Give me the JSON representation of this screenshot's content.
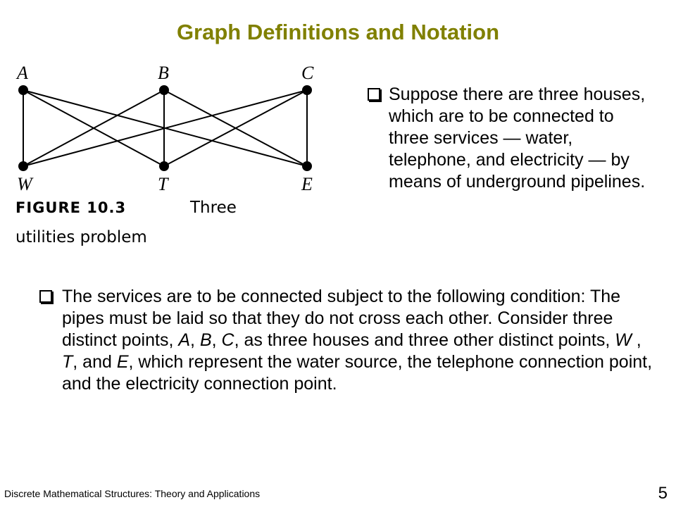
{
  "title": "Graph Definitions and Notation",
  "figure": {
    "top_nodes": [
      "A",
      "B",
      "C"
    ],
    "bottom_nodes": [
      "W",
      "T",
      "E"
    ],
    "caption_label": "FIGURE 10.3",
    "caption_line1": "Three",
    "caption_line2": "utilities problem"
  },
  "bullet1": {
    "text": "Suppose there are three houses, which are to be connected to three services — water, telephone, and electricity — by means of underground pipelines."
  },
  "bullet2": {
    "part1": "The services are to be connected subject to the following condition: The pipes must be laid so that they do not cross each other. Consider three distinct points, ",
    "A": "A",
    "sep1": ", ",
    "B": "B",
    "sep2": ", ",
    "C": "C",
    "part2": ", as three houses and three other distinct points, ",
    "W": "W",
    "sep3": " , ",
    "T": "T",
    "sep4": ", and ",
    "E": "E",
    "part3": ", which represent the water source, the telephone connection point, and the electricity connection point."
  },
  "footer": {
    "left": "Discrete Mathematical Structures: Theory and Applications",
    "page_number": "5"
  }
}
